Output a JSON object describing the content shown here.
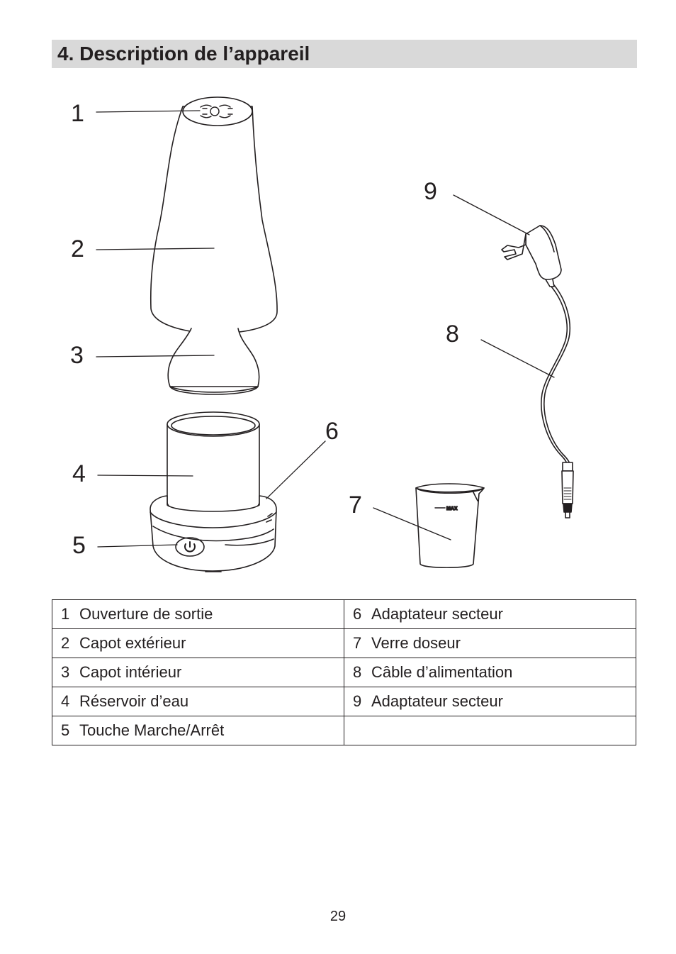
{
  "section": {
    "title": "4. Description de l’appareil"
  },
  "figure": {
    "callouts": [
      "1",
      "2",
      "3",
      "4",
      "5",
      "6",
      "7",
      "8",
      "9"
    ],
    "cup_marking": "MAX"
  },
  "parts": {
    "left": [
      {
        "number": "1",
        "label": "Ouverture de sortie"
      },
      {
        "number": "2",
        "label": "Capot extérieur"
      },
      {
        "number": "3",
        "label": "Capot intérieur"
      },
      {
        "number": "4",
        "label": "Réservoir d’eau"
      },
      {
        "number": "5",
        "label": "Touche Marche/Arrêt"
      }
    ],
    "right": [
      {
        "number": "6",
        "label": "Adaptateur secteur"
      },
      {
        "number": "7",
        "label": "Verre doseur"
      },
      {
        "number": "8",
        "label": "Câble d’alimentation"
      },
      {
        "number": "9",
        "label": "Adaptateur secteur"
      }
    ]
  },
  "page_number": "29"
}
